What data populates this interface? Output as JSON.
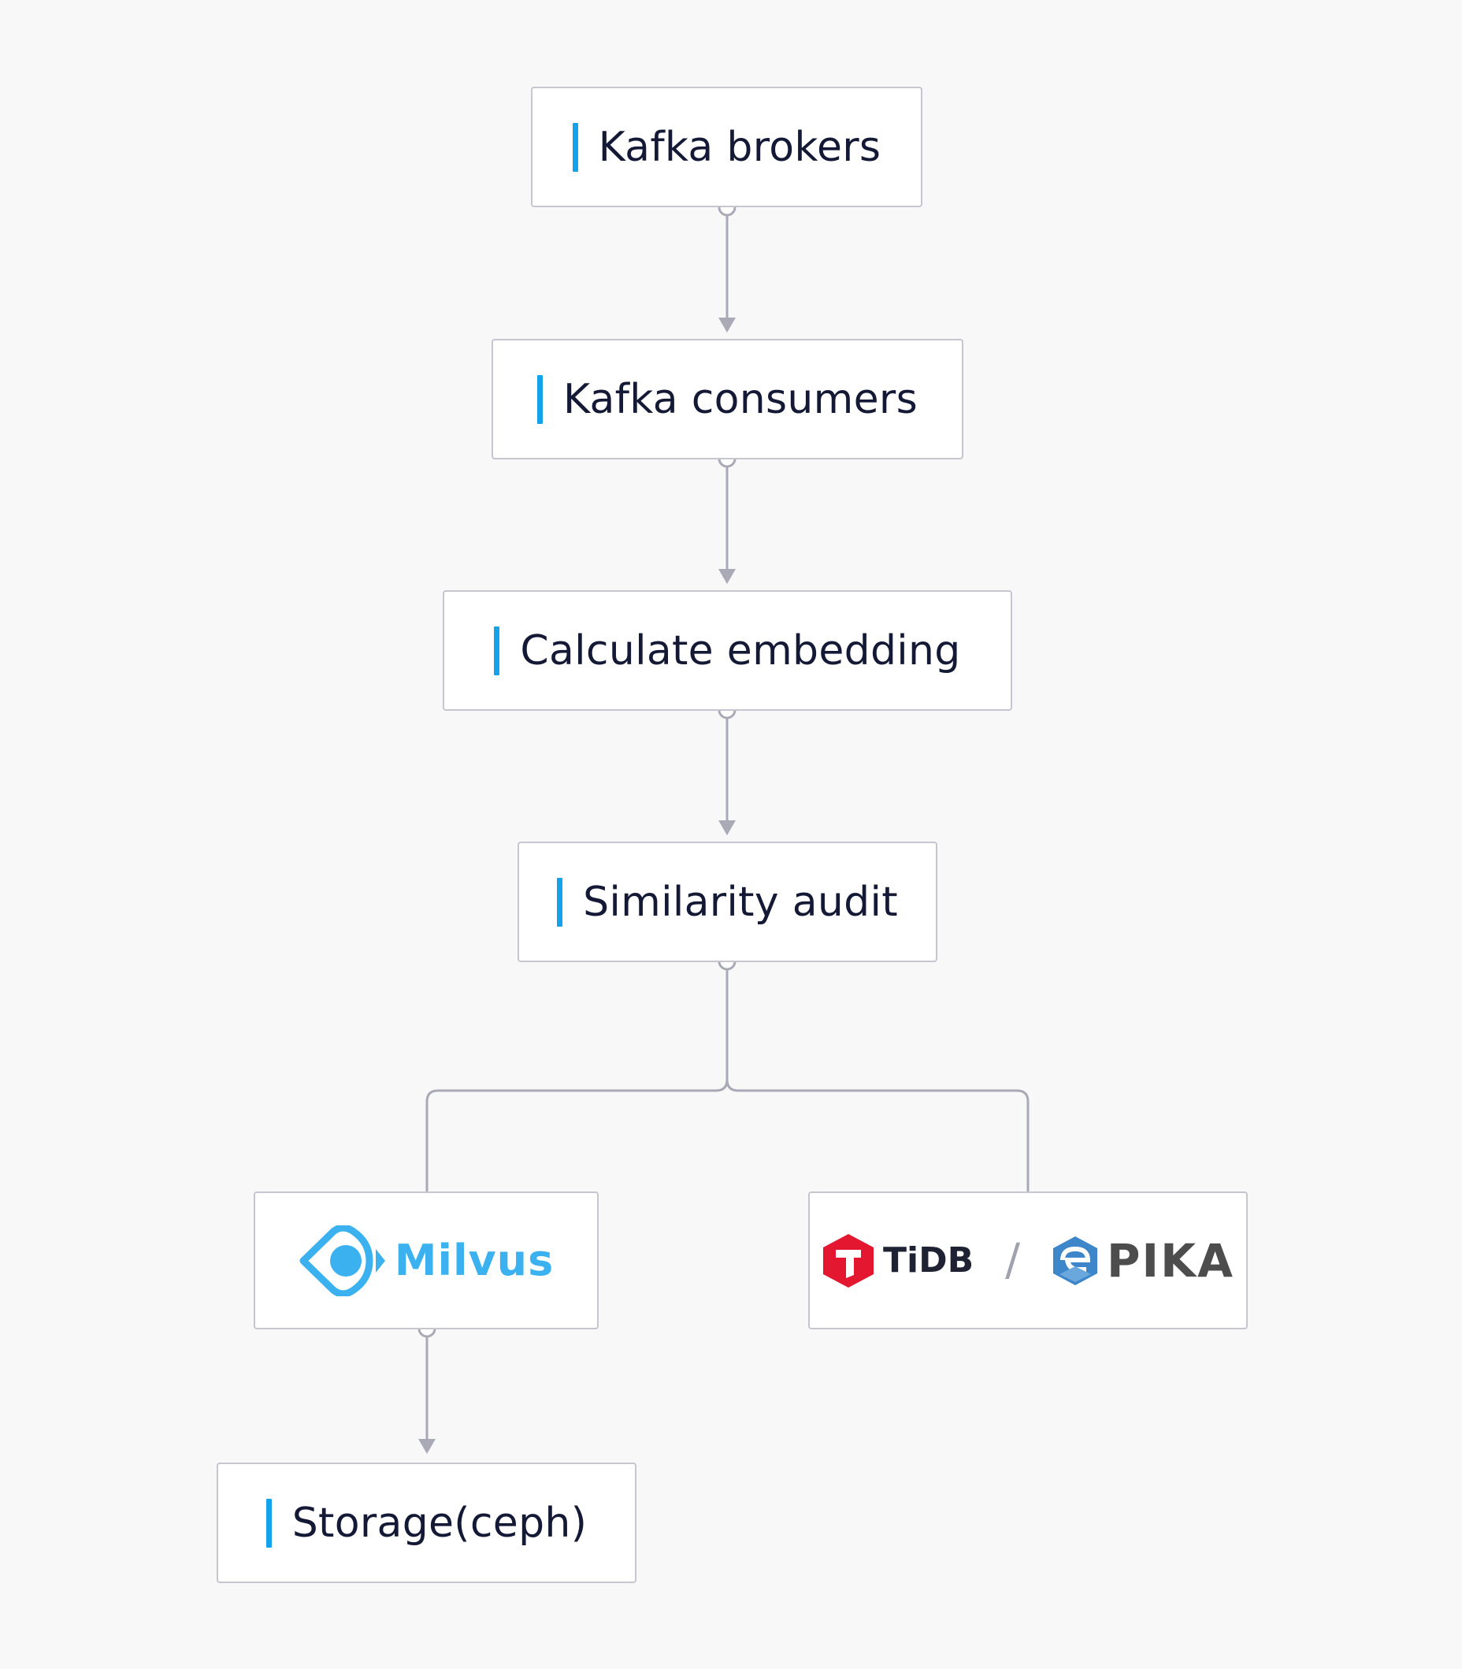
{
  "nodes": {
    "kafka_brokers": "Kafka brokers",
    "kafka_consumers": "Kafka consumers",
    "calculate_embedding": "Calculate embedding",
    "similarity_audit": "Similarity audit",
    "storage": "Storage(ceph)"
  },
  "logos": {
    "milvus": "Milvus",
    "tidb": "TiDB",
    "separator": "/",
    "pika": "PIKA"
  },
  "colors": {
    "accent_bar": "#14a2eb",
    "edge": "#a9aab6",
    "milvus_blue": "#3bb2ef",
    "tidb_red": "#e3172f",
    "pika_blue": "#3d86c9"
  }
}
